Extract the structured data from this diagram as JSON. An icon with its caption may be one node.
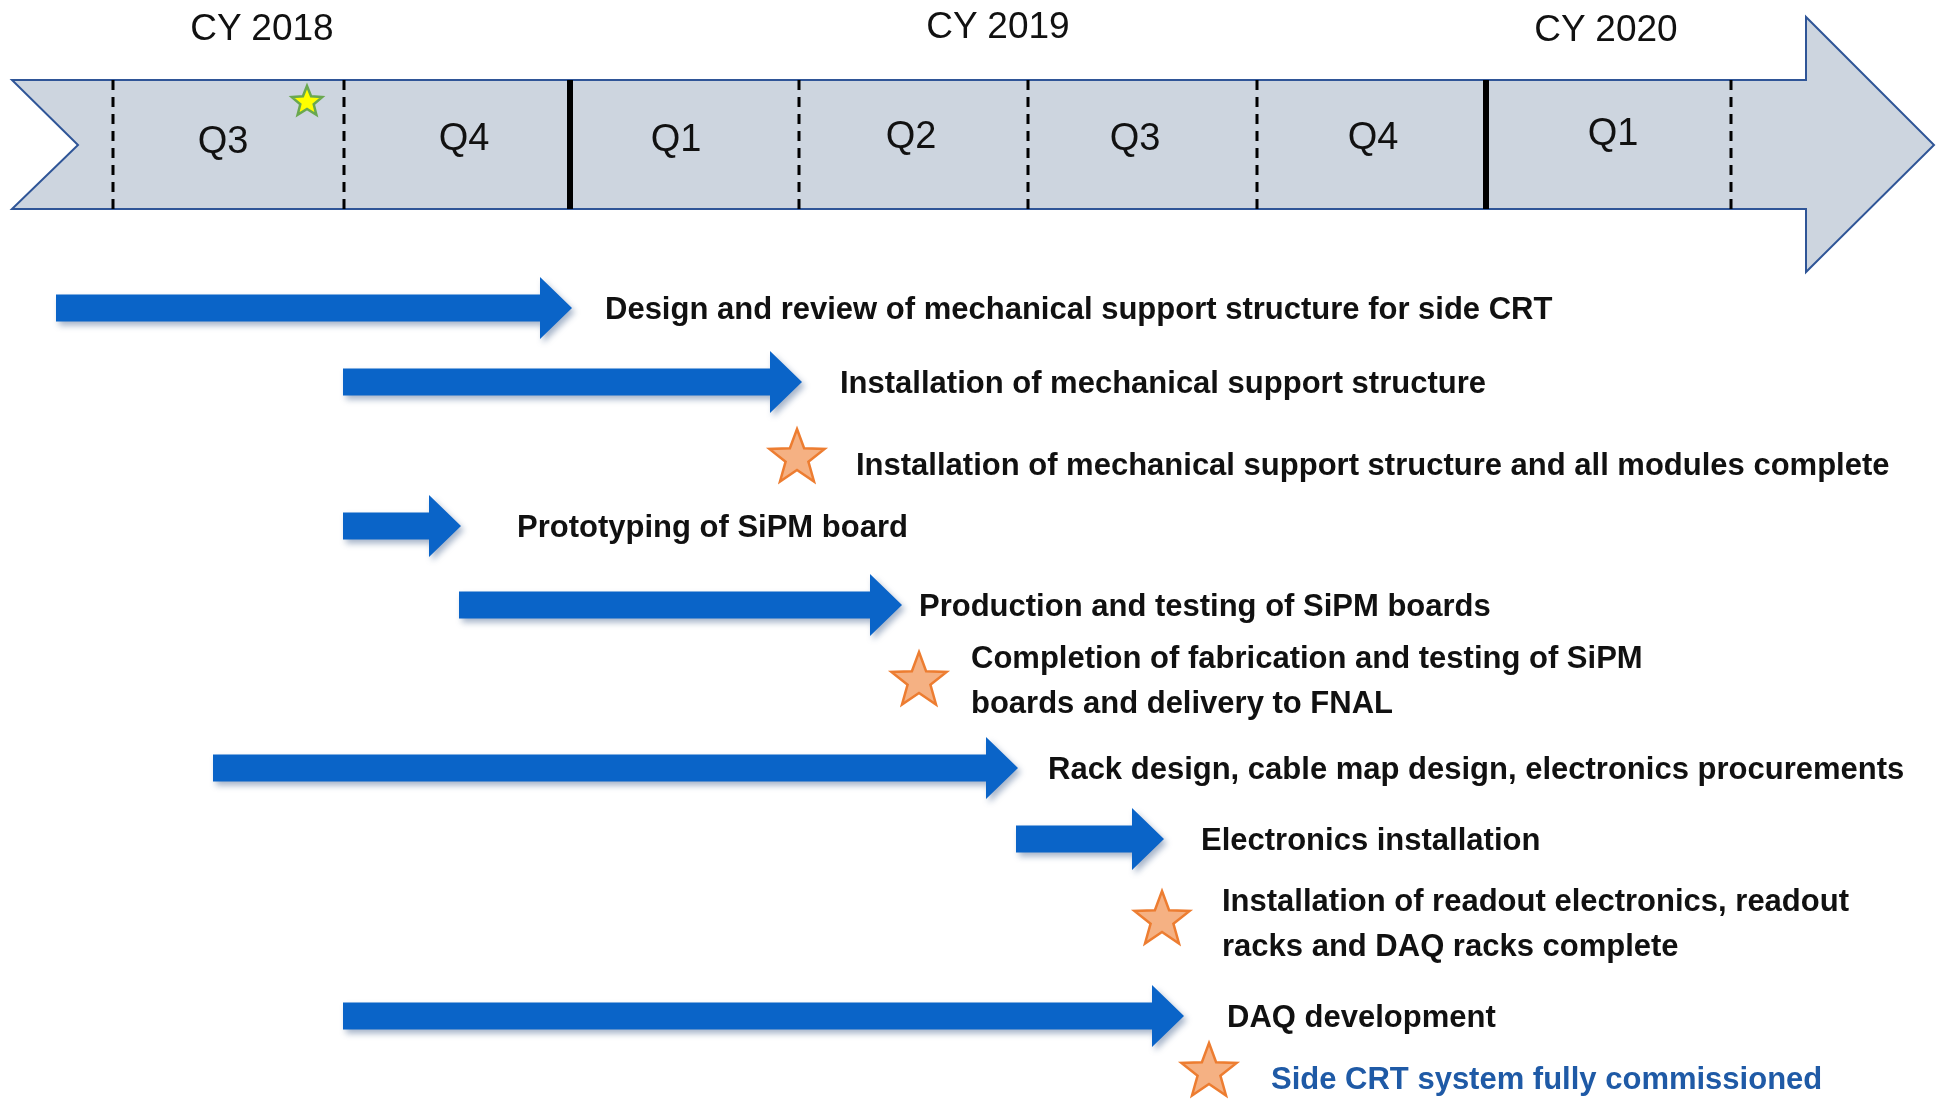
{
  "diagram": {
    "nodes": [
      {
        "text": [
          "Q3",
          "Q4",
          "Q1",
          "Q2",
          "Q3",
          "Q4",
          "Q1"
        ],
        "beside": [
          "CY 2018",
          "CY 2019",
          "CY 2020"
        ]
      }
    ],
    "labels": [
      "Design and review of mechanical support structure for side CRT",
      "Installation of mechanical support structure",
      "Installation of mechanical support structure and all modules complete",
      "Prototyping of SiPM board",
      "Production and testing of SiPM boards",
      "Completion of fabrication and testing of SiPM boards and delivery to FNAL",
      "Rack design, cable map design, electronics procurements",
      "Electronics installation",
      "Installation of readout electronics, readout racks and DAQ racks complete",
      "DAQ development",
      "Side CRT system fully commissioned"
    ]
  }
}
